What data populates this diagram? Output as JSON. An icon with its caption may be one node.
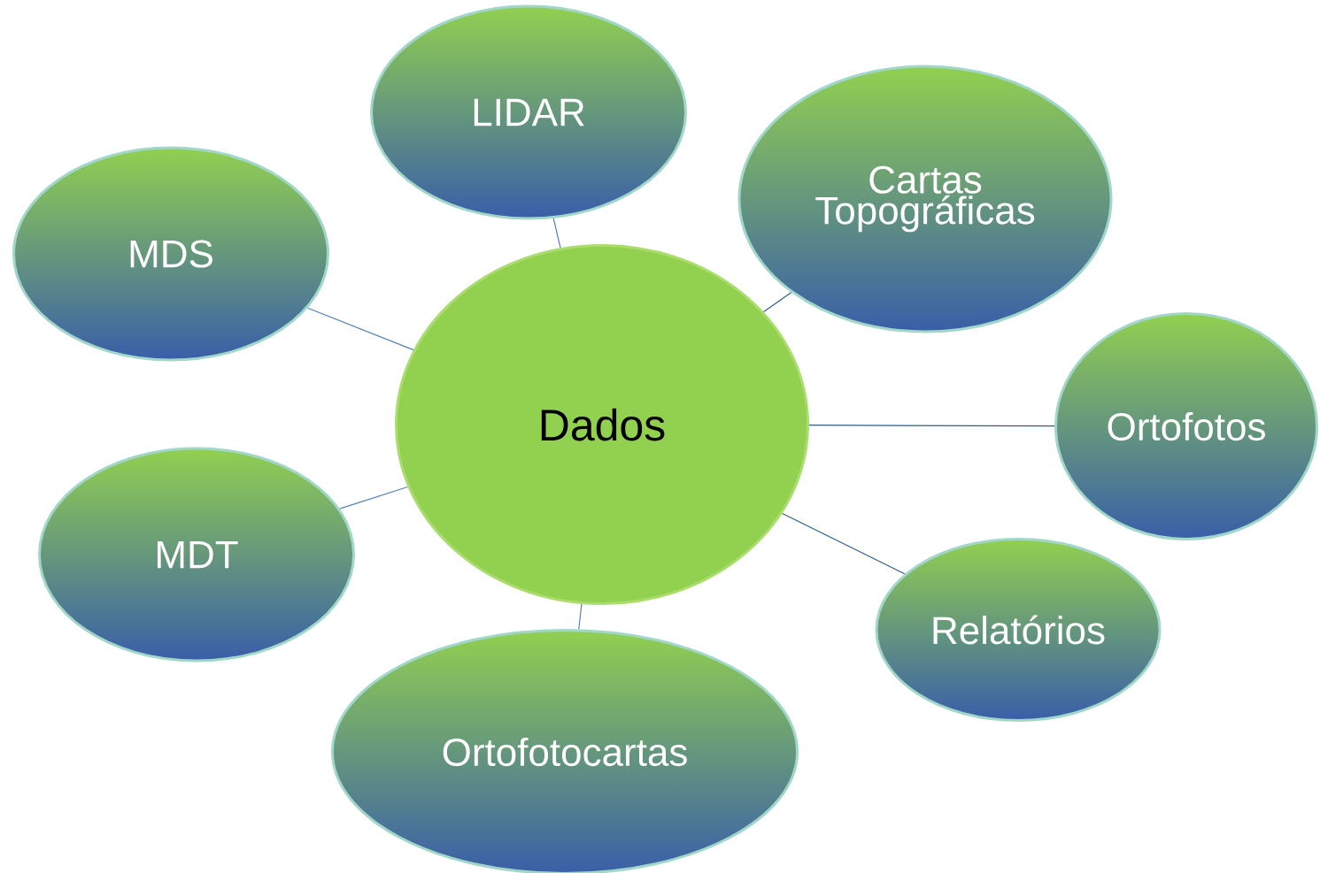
{
  "diagram": {
    "nodes": [
      {
        "text": [
          "Dados"
        ]
      },
      {
        "text": [
          "LIDAR"
        ]
      },
      {
        "text": [
          "Cartas Topográficas"
        ]
      },
      {
        "text": [
          "Ortofotos"
        ]
      },
      {
        "text": [
          "Relatórios"
        ]
      },
      {
        "text": [
          "Ortofotocartas"
        ]
      },
      {
        "text": [
          "MDT"
        ]
      },
      {
        "text": [
          "MDS"
        ]
      }
    ],
    "edges": [
      {
        "from": 0,
        "to": 1,
        "arrow": "none"
      },
      {
        "from": 0,
        "to": 2,
        "arrow": "none",
        "color": "#2f5d8a"
      },
      {
        "from": 0,
        "to": 3,
        "arrow": "none",
        "color": "#2f5d8a"
      },
      {
        "from": 0,
        "to": 4,
        "arrow": "none",
        "color": "#2f5d8a"
      },
      {
        "from": 0,
        "to": 5,
        "arrow": "none"
      },
      {
        "from": 0,
        "to": 6,
        "arrow": "none"
      },
      {
        "from": 0,
        "to": 7,
        "arrow": "none"
      }
    ]
  }
}
